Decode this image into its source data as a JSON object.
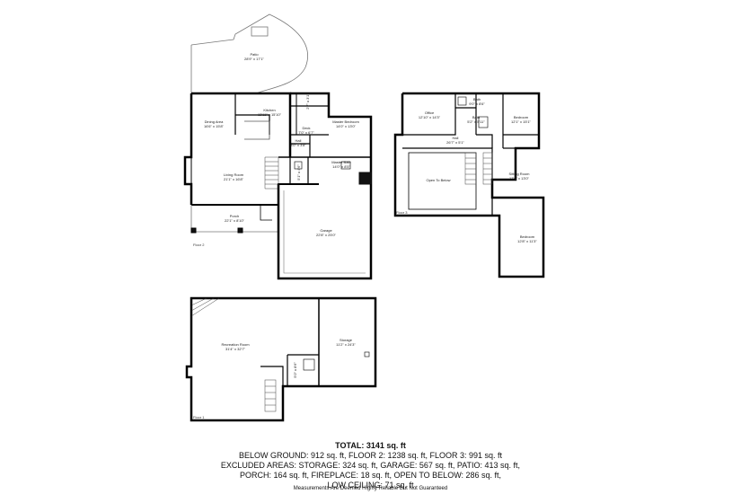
{
  "floors": {
    "floor2": {
      "label": "Floor 2",
      "rooms": {
        "patio": [
          "Patio",
          "28'9\" x 17'1\""
        ],
        "kitchen": [
          "Kitchen",
          "13'11\" x 15'10\""
        ],
        "dining": [
          "Dining Area",
          "16'6\" x 15'8\""
        ],
        "pantry": [
          "2'7\" x 3'1\""
        ],
        "master_bedroom": [
          "Master Bedroom",
          "14'0\" x 13'0\""
        ],
        "deck": [
          "Deck",
          "7'0\" x 6'7\""
        ],
        "hall": [
          "Hall",
          "8'0\" x 3'8\""
        ],
        "living": [
          "Living Room",
          "21'1\" x 16'8\""
        ],
        "closet": [
          "5'1\" x 4'6\""
        ],
        "master_bath": [
          "Master Bath",
          "14'0\" x 8'5\""
        ],
        "porch": [
          "Porch",
          "22'1\" x 8'10\""
        ],
        "garage": [
          "Garage",
          "22'8\" x 25'0\""
        ]
      }
    },
    "floor3": {
      "label": "Floor 3",
      "rooms": {
        "office": [
          "Office",
          "12'10\" x 14'3\""
        ],
        "bath_top": [
          "Bath",
          "9'0\" x 8'6\""
        ],
        "bath_mid": [
          "Bath",
          "5'2\" x 5'11\""
        ],
        "bedroom_right": [
          "Bedroom",
          "12'1\" x 15'1\""
        ],
        "hall": [
          "Hall",
          "26'7\" x 5'1\""
        ],
        "open_below": [
          "Open To Below",
          ""
        ],
        "sitting": [
          "Sitting Room",
          "17'0\" x 13'0\""
        ],
        "bedroom_bottom": [
          "Bedroom",
          "12'8\" x 11'3\""
        ]
      }
    },
    "floor1": {
      "label": "Floor 1",
      "rooms": {
        "recreation": [
          "Recreation Room",
          "31'4\" x 32'7\""
        ],
        "storage": [
          "Storage",
          "11'2\" x 24'3\""
        ],
        "small": [
          "5'0\" x 8'6\""
        ]
      }
    }
  },
  "summary": {
    "total": "TOTAL: 3141 sq. ft",
    "line1": "BELOW GROUND: 912 sq. ft, FLOOR 2: 1238 sq. ft, FLOOR 3: 991 sq. ft",
    "line2": "EXCLUDED AREAS: STORAGE: 324 sq. ft, GARAGE: 567 sq. ft, PATIO: 413 sq. ft,",
    "line3": "PORCH: 164 sq. ft, FIREPLACE: 18 sq. ft, OPEN TO BELOW: 286 sq. ft,",
    "line4": "LOW CEILING: 71 sq. ft"
  },
  "disclaimer": "Measurements Are Deemed Highly Reliable But Not Guaranteed"
}
